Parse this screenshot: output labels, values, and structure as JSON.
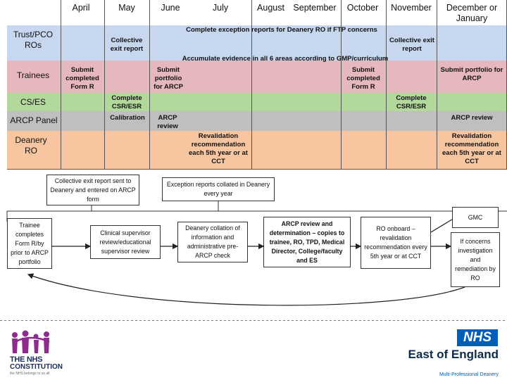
{
  "months": [
    "April",
    "May",
    "June",
    "July",
    "August",
    "September",
    "October",
    "November",
    "December or January"
  ],
  "rows": {
    "trust": "Trust/PCO ROs",
    "trainees": "Trainees",
    "cses": "CS/ES",
    "arcp": "ARCP Panel",
    "deanery": "Deanery RO"
  },
  "cells": {
    "exception_reports": "Complete exception reports for Deanery RO if FTP concerns",
    "collective_exit_1": "Collective exit report",
    "collective_exit_2": "Collective exit report",
    "accumulate_evidence": "Accumulate evidence in all 6 areas according to GMP/curriculum",
    "submit_form_r_1": "Submit completed Form R",
    "submit_portfolio_1": "Submit portfolio for ARCP",
    "submit_form_r_2": "Submit completed Form R",
    "submit_portfolio_2": "Submit portfolio for ARCP",
    "complete_csr_1": "Complete CSR/ESR",
    "calibration": "Calibration",
    "complete_csr_2": "Complete CSR/ESR",
    "arcp_review_1": "ARCP review",
    "arcp_review_2": "ARCP review",
    "revalidation_1": "Revalidation recommendation each 5th year or at CCT",
    "revalidation_2": "Revalidation recommendation each 5th year or at CCT"
  },
  "flow": {
    "collective_sent": "Collective exit report sent to Deanery and entered on ARCP form",
    "exception_collated": "Exception reports collated in Deanery every year",
    "trainee_completes": "Trainee completes Form R/by prior to ARCP portfolio",
    "clinical_supervisor": "Clinical supervisor review/educational supervisor review",
    "deanery_collection": "Deanery collation of information and administrative pre-ARCP check",
    "arcp_determination": "ARCP review and determination – copies to trainee, RO, TPD, Medical Director, College/faculty and ES",
    "ro_onboard": "RO onboard – revalidation recommendation every 5th year or at CCT",
    "gmc": "GMC",
    "concerns": "If concerns investigation and remediation by RO"
  },
  "footer": {
    "constitution_line1": "THE NHS",
    "constitution_line2": "CONSTITUTION",
    "constitution_sub": "the NHS belongs to us all",
    "nhs_badge": "NHS",
    "org_name": "East of England",
    "org_sub": "Multi-Professional Deanery"
  },
  "colors": {
    "trust": "#c6d7ef",
    "trainees": "#e6b8bd",
    "cses": "#b3d89c",
    "arcp": "#bfbfbf",
    "deanery": "#f7c6a0",
    "nhs_blue": "#005eb8",
    "constitution_purple": "#8e2c8e"
  }
}
